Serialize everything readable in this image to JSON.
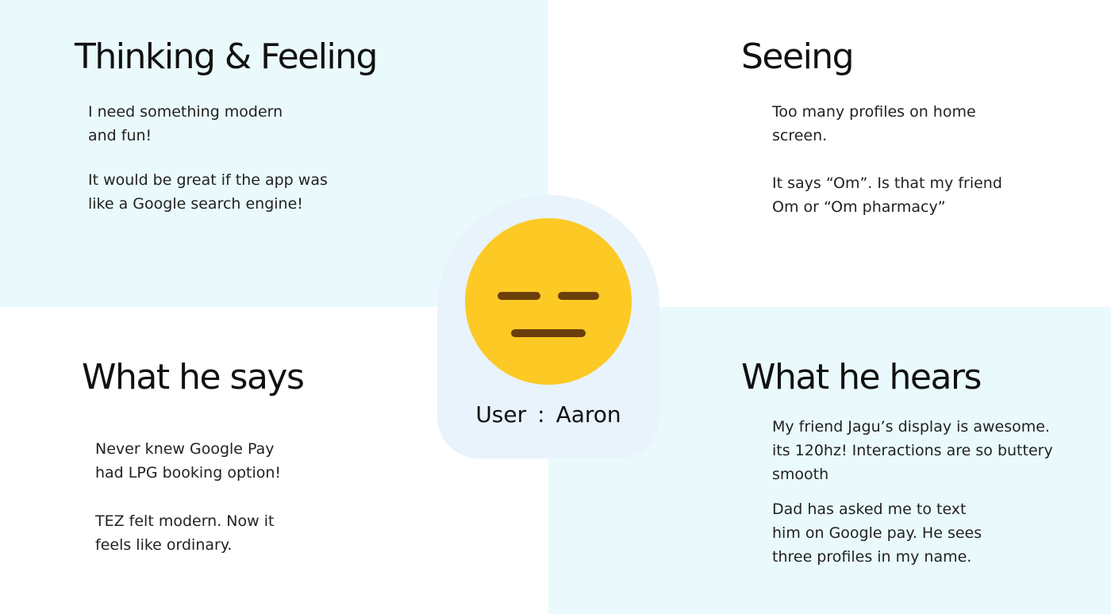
{
  "colors": {
    "quadrant_tint": "#eafafc",
    "card_bg": "#e8f3fc",
    "face_yellow": "#fcc925",
    "face_features": "#6b3f0b"
  },
  "thinking_feeling": {
    "heading": "Thinking & Feeling",
    "p1_line1": "I need something modern",
    "p1_line2": "and fun!",
    "p2_line1": "It would be great if the app was",
    "p2_line2": "like a Google search engine!"
  },
  "seeing": {
    "heading": "Seeing",
    "p1_line1": "Too many profiles on home",
    "p1_line2": "screen.",
    "p2_line1": "It says “Om”. Is that my friend",
    "p2_line2": "Om or “Om pharmacy”"
  },
  "says": {
    "heading": "What he says",
    "p1_line1": "Never knew Google Pay",
    "p1_line2": "had LPG booking option!",
    "p2_line1": "TEZ felt modern. Now it",
    "p2_line2": "feels like ordinary."
  },
  "hears": {
    "heading": "What he hears",
    "p1_line1": "My friend Jagu’s display is awesome.",
    "p1_line2": "its 120hz! Interactions are so buttery",
    "p1_line3": "smooth",
    "p2_line1": "Dad has asked me to text",
    "p2_line2": "him on Google pay. He sees",
    "p2_line3": "three profiles in my name."
  },
  "user": {
    "label": "User",
    "separator": ":",
    "name": "Aaron",
    "face_icon": "expressionless-face-icon"
  }
}
